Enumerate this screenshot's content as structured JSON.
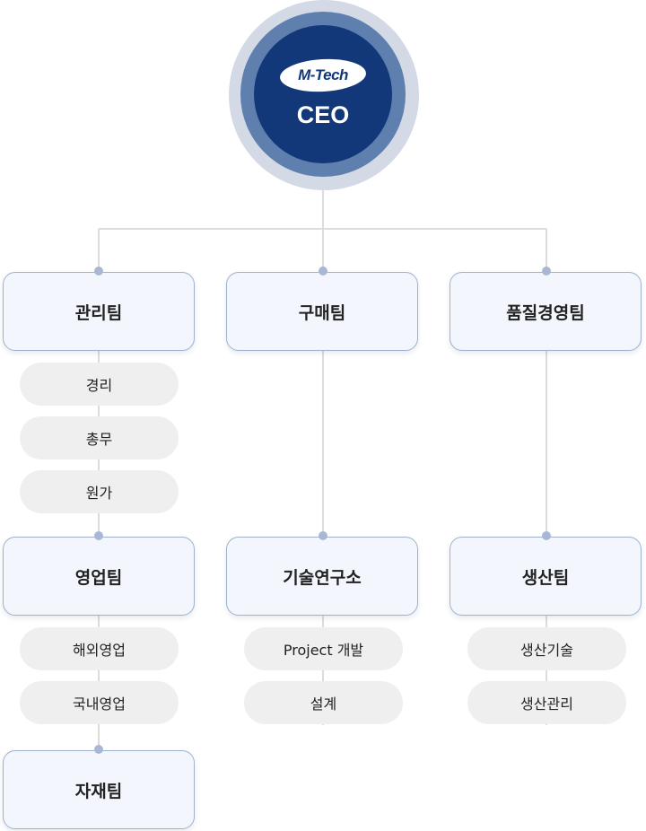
{
  "ceo": {
    "logo": "M-Tech",
    "title": "CEO"
  },
  "teams": {
    "admin": {
      "name": "관리팀",
      "subs": [
        "경리",
        "총무",
        "원가"
      ]
    },
    "sales": {
      "name": "영업팀",
      "subs": [
        "해외영업",
        "국내영업"
      ]
    },
    "material": {
      "name": "자재팀"
    },
    "purchase": {
      "name": "구매팀"
    },
    "rnd": {
      "name": "기술연구소",
      "subs": [
        "Project 개발",
        "설계"
      ]
    },
    "quality": {
      "name": "품질경영팀"
    },
    "production": {
      "name": "생산팀",
      "subs": [
        "생산기술",
        "생산관리"
      ]
    }
  },
  "colors": {
    "ceo_inner": "#12387a",
    "ceo_ring": "#5f7fae",
    "ceo_outer": "#d3dae6",
    "box_fill": "#f3f7fd",
    "box_border": "#9fb1cf",
    "pill_fill": "#efefef",
    "connector": "#dcdcdc",
    "dot": "#a8b8d4"
  }
}
